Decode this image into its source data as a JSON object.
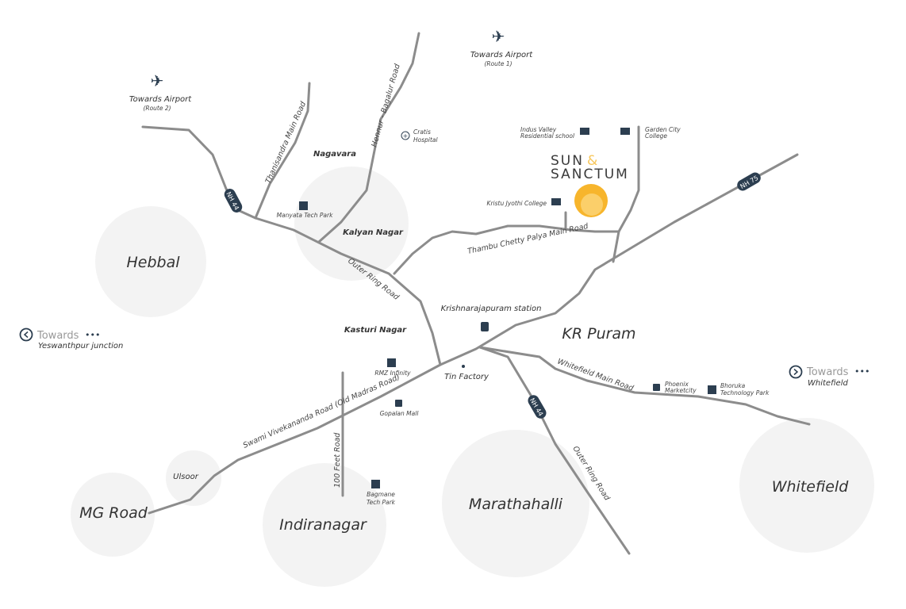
{
  "brand": {
    "line1": "SUN",
    "amp": "&",
    "line2": "SANCTUM",
    "accent": "#f7b52c"
  },
  "areas": {
    "hebbal": "Hebbal",
    "kalyan_nagar": "Kalyan Nagar",
    "ulsoor": "Ulsoor",
    "mg_road": "MG Road",
    "indiranagar": "Indiranagar",
    "marathahalli": "Marathahalli",
    "whitefield": "Whitefield",
    "kr_puram": "KR Puram",
    "nagavara": "Nagavara",
    "kasturi_nagar": "Kasturi Nagar"
  },
  "airport1": {
    "title": "Towards Airport",
    "sub": "(Route 1)"
  },
  "airport2": {
    "title": "Towards Airport",
    "sub": "(Route 2)"
  },
  "towards_west": {
    "title": "Towards",
    "sub": "Yeswanthpur junction"
  },
  "towards_east": {
    "title": "Towards",
    "sub": "Whitefield"
  },
  "roads": {
    "thanisandra": "Thanisandra Main Road",
    "hennur": "Hennur - Bagalur Road",
    "orr1": "Outer Ring Road",
    "thambu": "Thambu Chetty Palya Main Road",
    "whitefield_main": "Whitefield Main Road",
    "orr2": "Outer Ring Road",
    "swami": "Swami Vivekananda Road (Old Madras Road)",
    "feet100": "100 Feet Road",
    "nh44a": "NH 44",
    "nh44b": "NH 44",
    "nh75": "NH 75"
  },
  "landmarks": {
    "cratis": [
      "Cratis",
      "Hospital"
    ],
    "indus": [
      "Indus Valley",
      "Residential school"
    ],
    "garden": [
      "Garden City",
      "College"
    ],
    "kristu": "Kristu Jyothi College",
    "manyata": "Manyata Tech Park",
    "kr_station": "Krishnarajapuram station",
    "tin": "Tin Factory",
    "rmz": "RMZ Infinity",
    "gopalan": "Gopalan Mall",
    "bagmane": [
      "Bagmane",
      "Tech Park"
    ],
    "phoenix": [
      "Phoenix",
      "Marketcity"
    ],
    "bhoruka": [
      "Bhoruka",
      "Technology Park"
    ]
  }
}
